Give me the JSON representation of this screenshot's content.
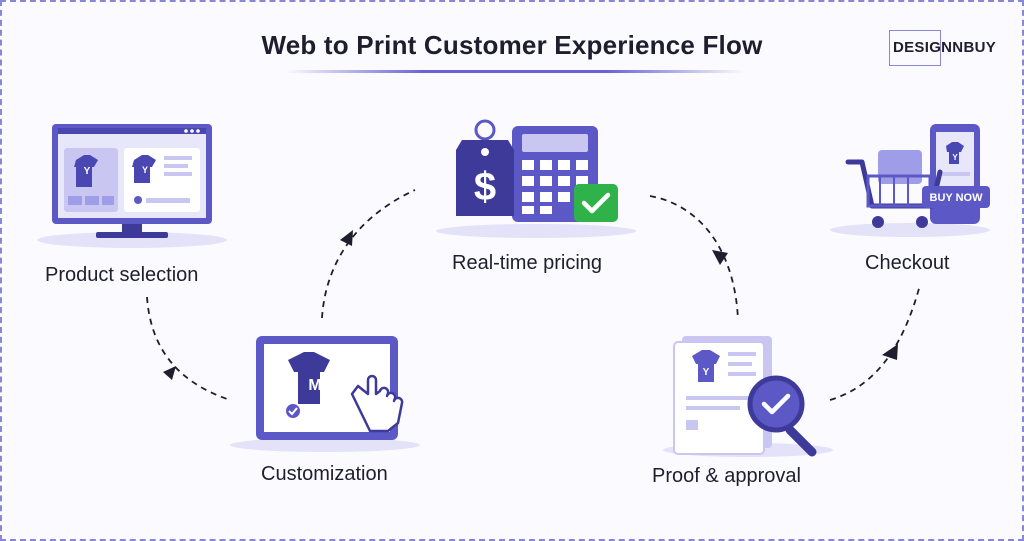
{
  "title": "Web to Print Customer Experience Flow",
  "brand": "DESIGNNBUY",
  "steps": [
    {
      "label": "Product selection",
      "icon": "monitor-tshirt-icon"
    },
    {
      "label": "Customization",
      "icon": "tablet-tshirt-hand-icon"
    },
    {
      "label": "Real-time pricing",
      "icon": "price-tag-calculator-icon"
    },
    {
      "label": "Proof & approval",
      "icon": "document-magnifier-check-icon"
    },
    {
      "label": "Checkout",
      "icon": "cart-buy-now-icon"
    }
  ],
  "checkout_button_text": "BUY NOW",
  "tshirt_letter": "M",
  "colors": {
    "primary": "#5c59c6",
    "dark": "#3d3a99",
    "light": "#e3e2f8",
    "green": "#2fb24a",
    "text": "#1e1e2e"
  }
}
